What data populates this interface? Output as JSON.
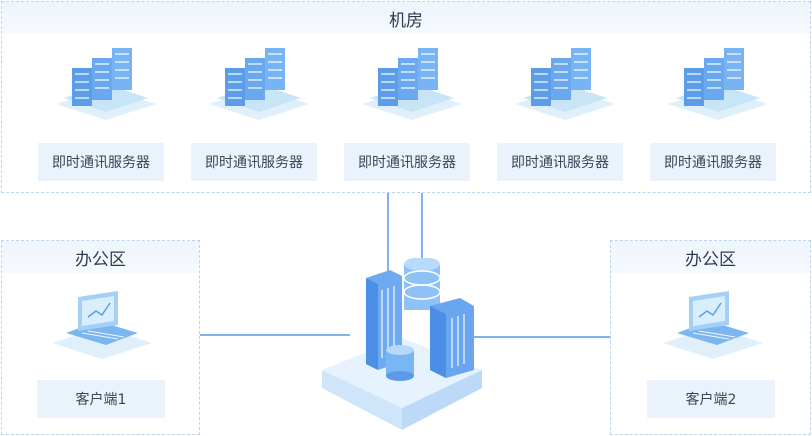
{
  "room": {
    "title": "机房"
  },
  "servers": [
    {
      "label": "即时通讯服务器"
    },
    {
      "label": "即时通讯服务器"
    },
    {
      "label": "即时通讯服务器"
    },
    {
      "label": "即时通讯服务器"
    },
    {
      "label": "即时通讯服务器"
    }
  ],
  "offices": [
    {
      "title": "办公区",
      "client": "客户端1"
    },
    {
      "title": "办公区",
      "client": "客户端2"
    }
  ],
  "colors": {
    "accent": "#4a90e8",
    "line": "#7fb2ee",
    "label_bg": "#eaf2fc",
    "border": "#b9d4f3"
  }
}
